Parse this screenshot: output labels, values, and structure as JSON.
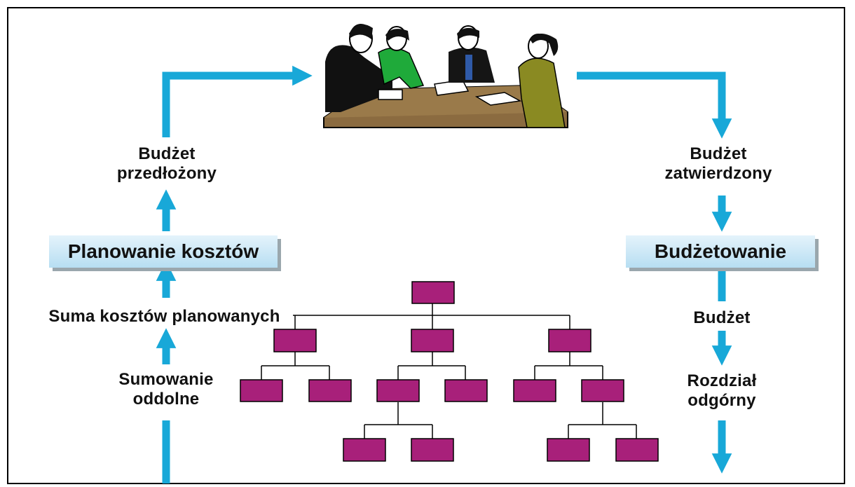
{
  "labels": {
    "budget_submitted": [
      "Budżet",
      "przedłożony"
    ],
    "cost_planning": "Planowanie kosztów",
    "planned_cost_sum": "Suma kosztów planowanych",
    "bottom_up": [
      "Sumowanie",
      "oddolne"
    ],
    "budget_approved": [
      "Budżet",
      "zatwierdzony"
    ],
    "budgeting": "Budżetowanie",
    "budget": "Budżet",
    "top_down": [
      "Rozdział",
      "odgórny"
    ]
  },
  "icons": {
    "meeting": "business-meeting-illustration",
    "arrows": "flow-arrow",
    "org_boxes": "org-chart-node"
  },
  "colors": {
    "arrow": "#18a8d8",
    "org_box": "#a8207a",
    "label_box": "#c2e4f4",
    "table": "#8b6b40"
  }
}
